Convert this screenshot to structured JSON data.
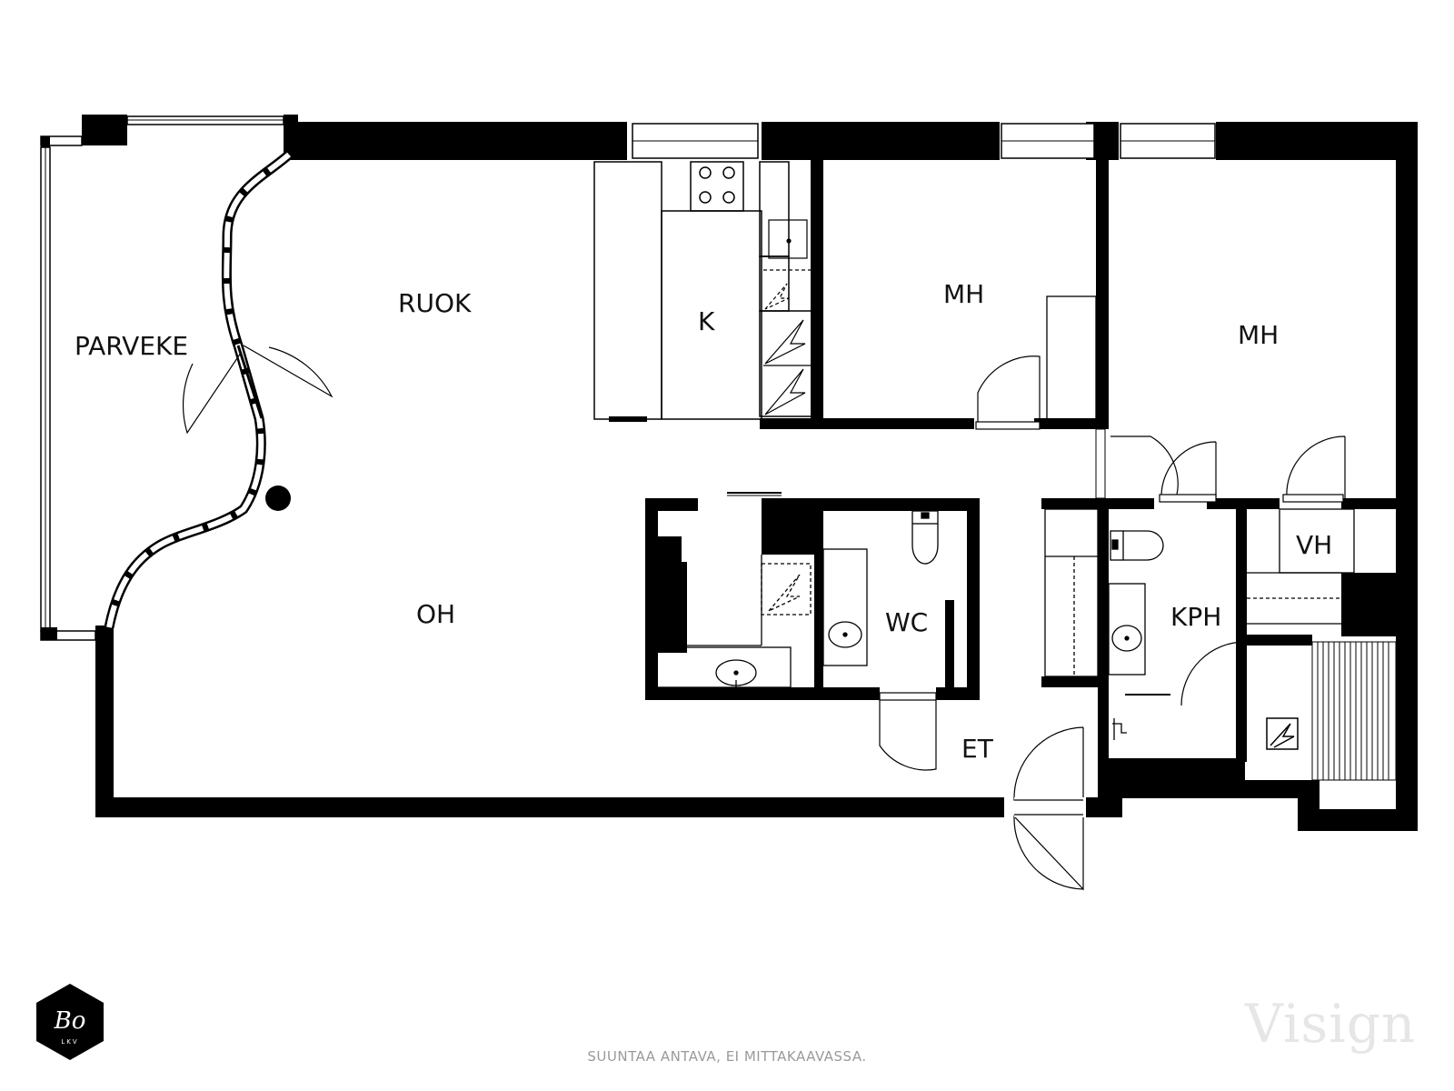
{
  "rooms": {
    "parveke": "PARVEKE",
    "ruok": "RUOK",
    "k": "K",
    "mh1": "MH",
    "mh2": "MH",
    "oh": "OH",
    "wc": "WC",
    "kph": "KPH",
    "vh": "VH",
    "et": "ET"
  },
  "footer": {
    "disclaimer": "SUUNTAA ANTAVA, EI MITTAKAAVASSA.",
    "watermark": "Visign"
  },
  "logo": {
    "mark": "Bo",
    "sub": "LKV"
  },
  "colors": {
    "wall": "#000000",
    "background": "#ffffff",
    "fixture_line": "#555555",
    "footer_text": "#9a9a9a"
  }
}
